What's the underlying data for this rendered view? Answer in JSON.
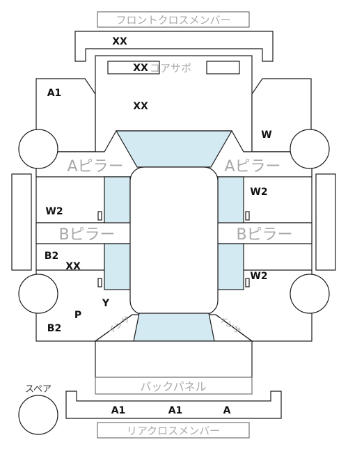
{
  "labels": {
    "front_cross_member": "フロントクロスメンバー",
    "core_support": "コアサポ",
    "a_pillar_left": "Aピラー",
    "a_pillar_right": "Aピラー",
    "b_pillar_left": "Bピラー",
    "b_pillar_right": "Bピラー",
    "back_panel": "バックパネル",
    "rear_cross_member": "リアクロスメンバー",
    "spare": "スペア",
    "rocker_left": "インサ",
    "rocker_right": "インサ"
  },
  "marks": {
    "front_cross_member": "XX",
    "core_support": "XX",
    "engine_bay": "XX",
    "front_left_fender": "A1",
    "front_right_fender": "W",
    "right_front_door": "W2",
    "left_front_door": "W2",
    "left_rear_door_1": "B2",
    "left_rear_door_2": "XX",
    "right_rear_door": "W2",
    "floor_left": "Y",
    "rear_left_p": "P",
    "rear_left_quarter": "B2",
    "rear_cross_1": "A1",
    "rear_cross_2": "A1",
    "rear_cross_3": "A"
  },
  "colors": {
    "glass": "#d4eaf2",
    "outline": "#1a1a1a",
    "label_gray": "#a8a8a8"
  }
}
